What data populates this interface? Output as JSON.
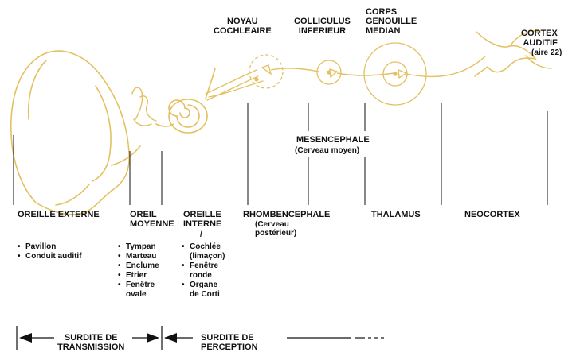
{
  "colors": {
    "pathway": "#e3c160",
    "ink": "#111111",
    "background": "#ffffff"
  },
  "structures": {
    "noyau_cochleaire": "NOYAU\nCOCHLEAIRE",
    "colliculus_inferieur": "COLLICULUS\nINFERIEUR",
    "corps_genouille_median": "CORPS\nGENOUILLE\nMEDIAN",
    "cortex_auditif": "CORTEX\nAUDITIF",
    "cortex_auditif_area": "(aire 22)",
    "mesencephale": "MESENCEPHALE",
    "mesencephale_sub": "(Cerveau moyen)"
  },
  "regions": {
    "oreille_externe": "OREILLE EXTERNE",
    "oreille_moyenne": "OREIL\nMOYENNE",
    "oreille_interne": "OREILLE\nINTERNE",
    "rhombencephale": "RHOMBENCEPHALE",
    "rhombencephale_sub": "(Cerveau\npostérieur)",
    "thalamus": "THALAMUS",
    "neocortex": "NEOCORTEX"
  },
  "parts": {
    "externe": [
      "Pavillon",
      "Conduit auditif"
    ],
    "moyenne": [
      "Tympan",
      "Marteau",
      "Enclume",
      "Etrier",
      "Fenêtre\novale"
    ],
    "interne": [
      "Cochlée\n(limaçon)",
      "Fenêtre\nronde",
      "Organe\nde Corti"
    ]
  },
  "deafness": {
    "transmission": "SURDITE DE\nTRANSMISSION",
    "perception": "SURDITE DE\nPERCEPTION"
  },
  "icons": {
    "bullet": "•",
    "interne_pointer": "/"
  }
}
